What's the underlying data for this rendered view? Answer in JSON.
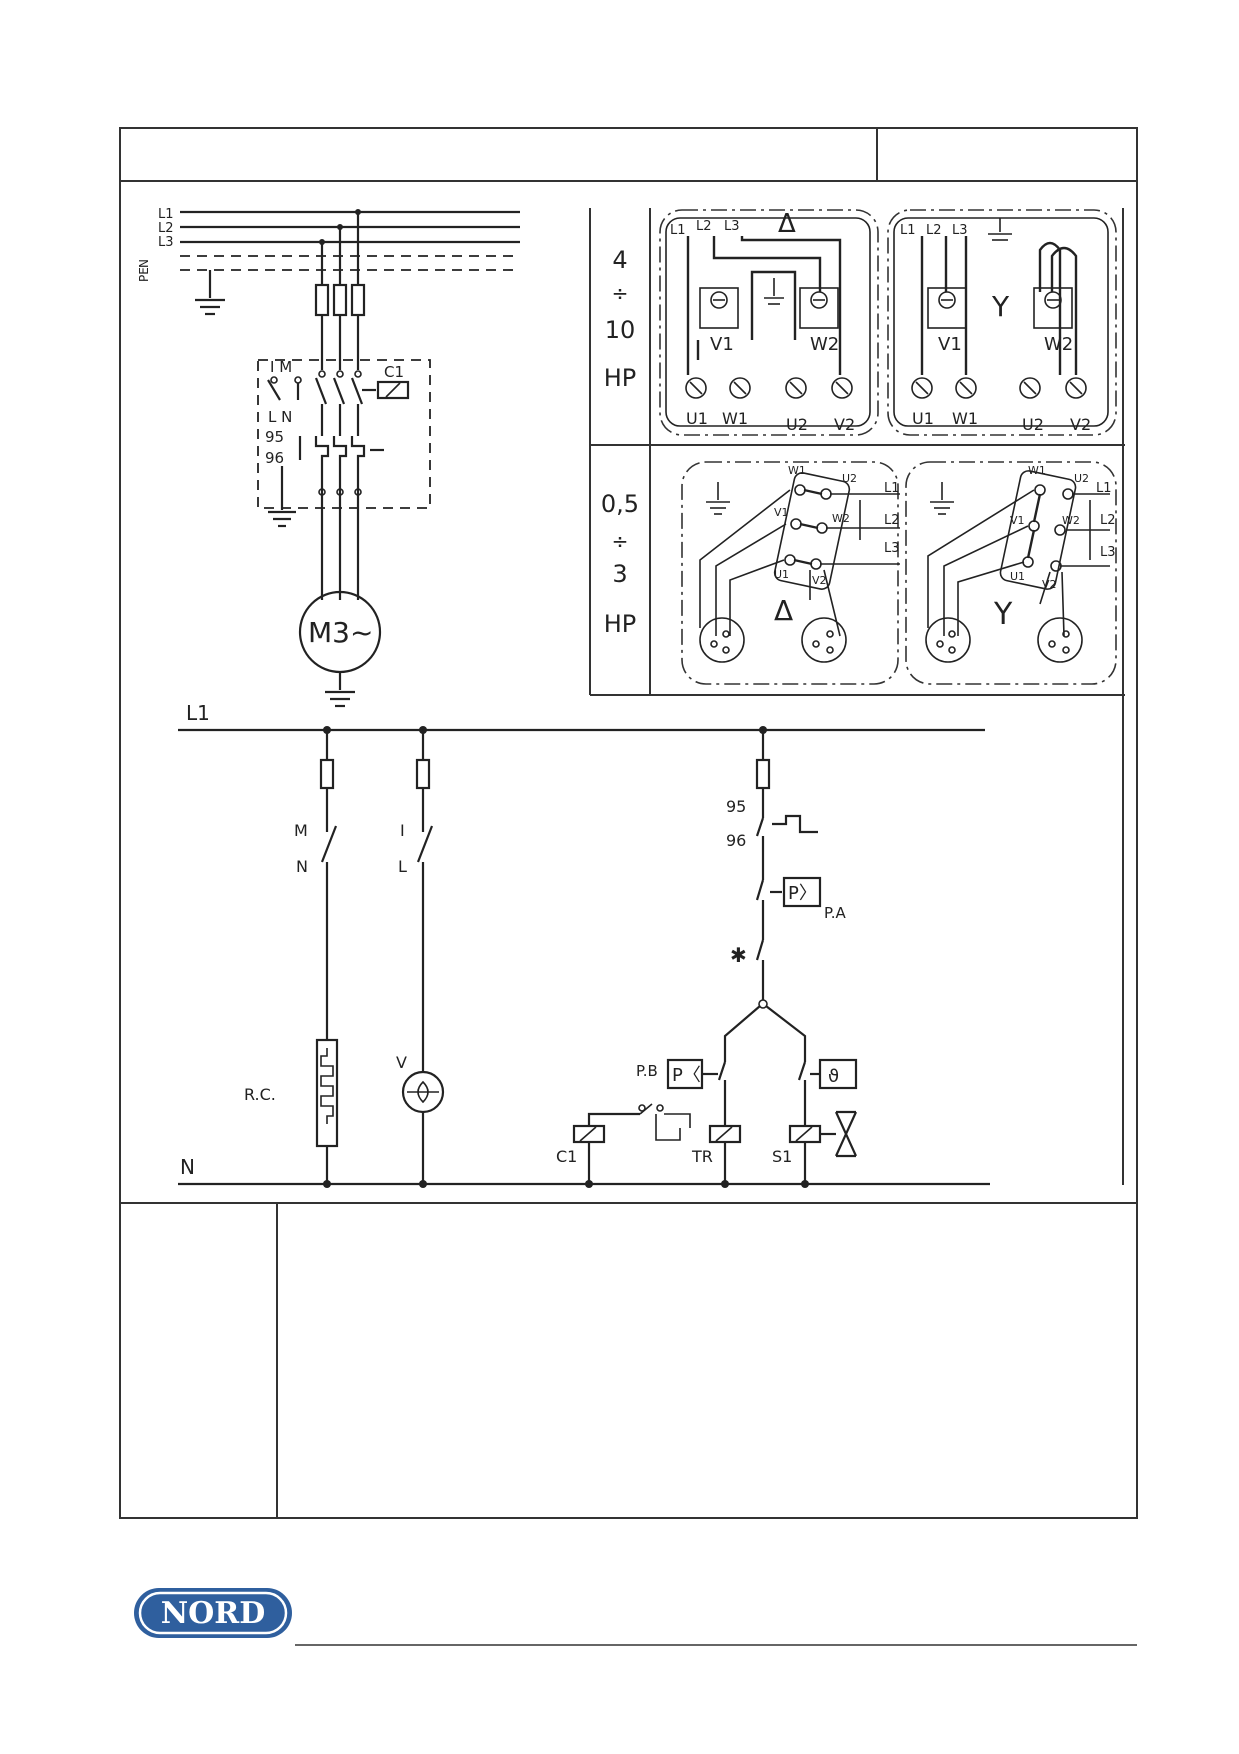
{
  "header": {
    "title": "",
    "code": ""
  },
  "power_circuit": {
    "lines": [
      "L1",
      "L2",
      "L3",
      "N",
      "PE"
    ],
    "switch_top": "I  M",
    "switch_bottom": "L   N",
    "contactor": "C1",
    "overload_95": "95",
    "overload_96": "96",
    "motor": "M3~"
  },
  "terminal_boxes": {
    "range_large": [
      "4",
      "÷",
      "10",
      "HP"
    ],
    "range_small": [
      "0,5",
      "÷",
      "3",
      "HP"
    ],
    "delta_symbol": "Δ",
    "star_symbol": "Y",
    "large_top": [
      "L1",
      "L2",
      "L3"
    ],
    "large_mid": [
      "V1",
      "W2"
    ],
    "large_bottom": [
      "U1",
      "W1",
      "U2",
      "V2"
    ],
    "small_delta_labels": [
      "W1",
      "U2",
      "V1",
      "W2",
      "U1",
      "V2"
    ],
    "small_star_labels": [
      "W1",
      "U2",
      "V1",
      "W2",
      "U1",
      "V2"
    ],
    "small_lines": [
      "L1",
      "L2",
      "L3"
    ]
  },
  "control_circuit": {
    "top_line": "L1",
    "bottom_line": "N",
    "switch1": [
      "M",
      "N"
    ],
    "switch2": [
      "I",
      "L"
    ],
    "rc_label": "R.C.",
    "v_label": "V",
    "contact_95": "95",
    "contact_96": "96",
    "pa_label": "P.A",
    "p_high": "P〉",
    "star_mark": "✱",
    "pb_label": "P.B",
    "p_low": "P〈",
    "thermo": "ϑ",
    "c1_label": "C1",
    "tr_label": "TR",
    "s1_label": "S1"
  },
  "notes": {
    "label": "",
    "text": ""
  },
  "footer": {
    "logo_text": "NORD",
    "logo_color": "#2f5f9e"
  }
}
